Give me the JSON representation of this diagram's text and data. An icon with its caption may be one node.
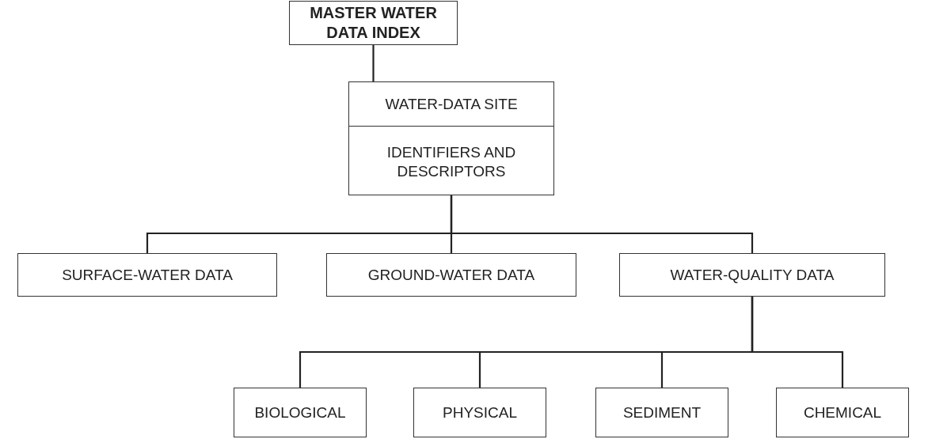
{
  "diagram": {
    "nodes": [
      {
        "text": [
          "MASTER WATER DATA INDEX"
        ]
      },
      {
        "text": [
          "WATER-DATA SITE",
          "IDENTIFIERS AND DESCRIPTORS"
        ]
      },
      {
        "text": [
          "SURFACE-WATER DATA"
        ]
      },
      {
        "text": [
          "GROUND-WATER DATA"
        ]
      },
      {
        "text": [
          "WATER-QUALITY DATA"
        ]
      },
      {
        "text": [
          "BIOLOGICAL"
        ]
      },
      {
        "text": [
          "PHYSICAL"
        ]
      },
      {
        "text": [
          "SEDIMENT"
        ]
      },
      {
        "text": [
          "CHEMICAL"
        ]
      }
    ],
    "edges": [
      {
        "from": 0,
        "to": 1,
        "arrow": "none"
      },
      {
        "from": 1,
        "to": 2,
        "arrow": "none"
      },
      {
        "from": 1,
        "to": 3,
        "arrow": "none"
      },
      {
        "from": 1,
        "to": 4,
        "arrow": "none"
      },
      {
        "from": 4,
        "to": 5,
        "arrow": "none"
      },
      {
        "from": 4,
        "to": 6,
        "arrow": "none"
      },
      {
        "from": 4,
        "to": 7,
        "arrow": "none"
      },
      {
        "from": 4,
        "to": 8,
        "arrow": "none"
      }
    ]
  }
}
